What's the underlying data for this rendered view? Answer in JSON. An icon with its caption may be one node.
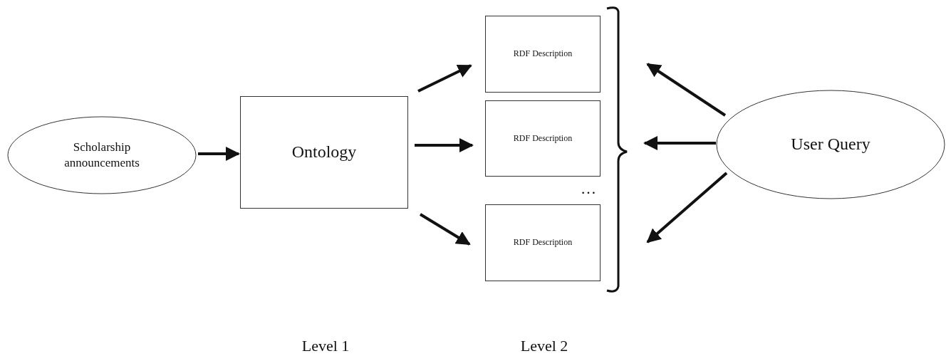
{
  "diagram": {
    "nodes": [
      {
        "text": [
          "Scholarship announcements"
        ]
      },
      {
        "text": [
          "Ontology"
        ]
      },
      {
        "text": [
          "RDF Description"
        ]
      },
      {
        "text": [
          "RDF Description"
        ]
      },
      {
        "text": [
          "RDF Description"
        ]
      },
      {
        "text": [
          "User Query"
        ]
      }
    ],
    "edges": [
      {
        "from": 0,
        "to": 1,
        "arrow": "to"
      },
      {
        "from": 1,
        "to": 2,
        "arrow": "to"
      },
      {
        "from": 1,
        "to": 3,
        "arrow": "to"
      },
      {
        "from": 1,
        "to": 4,
        "arrow": "to"
      },
      {
        "from": 5,
        "to": 2,
        "arrow": "to"
      },
      {
        "from": 5,
        "to": 3,
        "arrow": "to"
      },
      {
        "from": 5,
        "to": 4,
        "arrow": "to"
      }
    ],
    "labels": [
      "…",
      "Level 1",
      "Level 2"
    ]
  }
}
